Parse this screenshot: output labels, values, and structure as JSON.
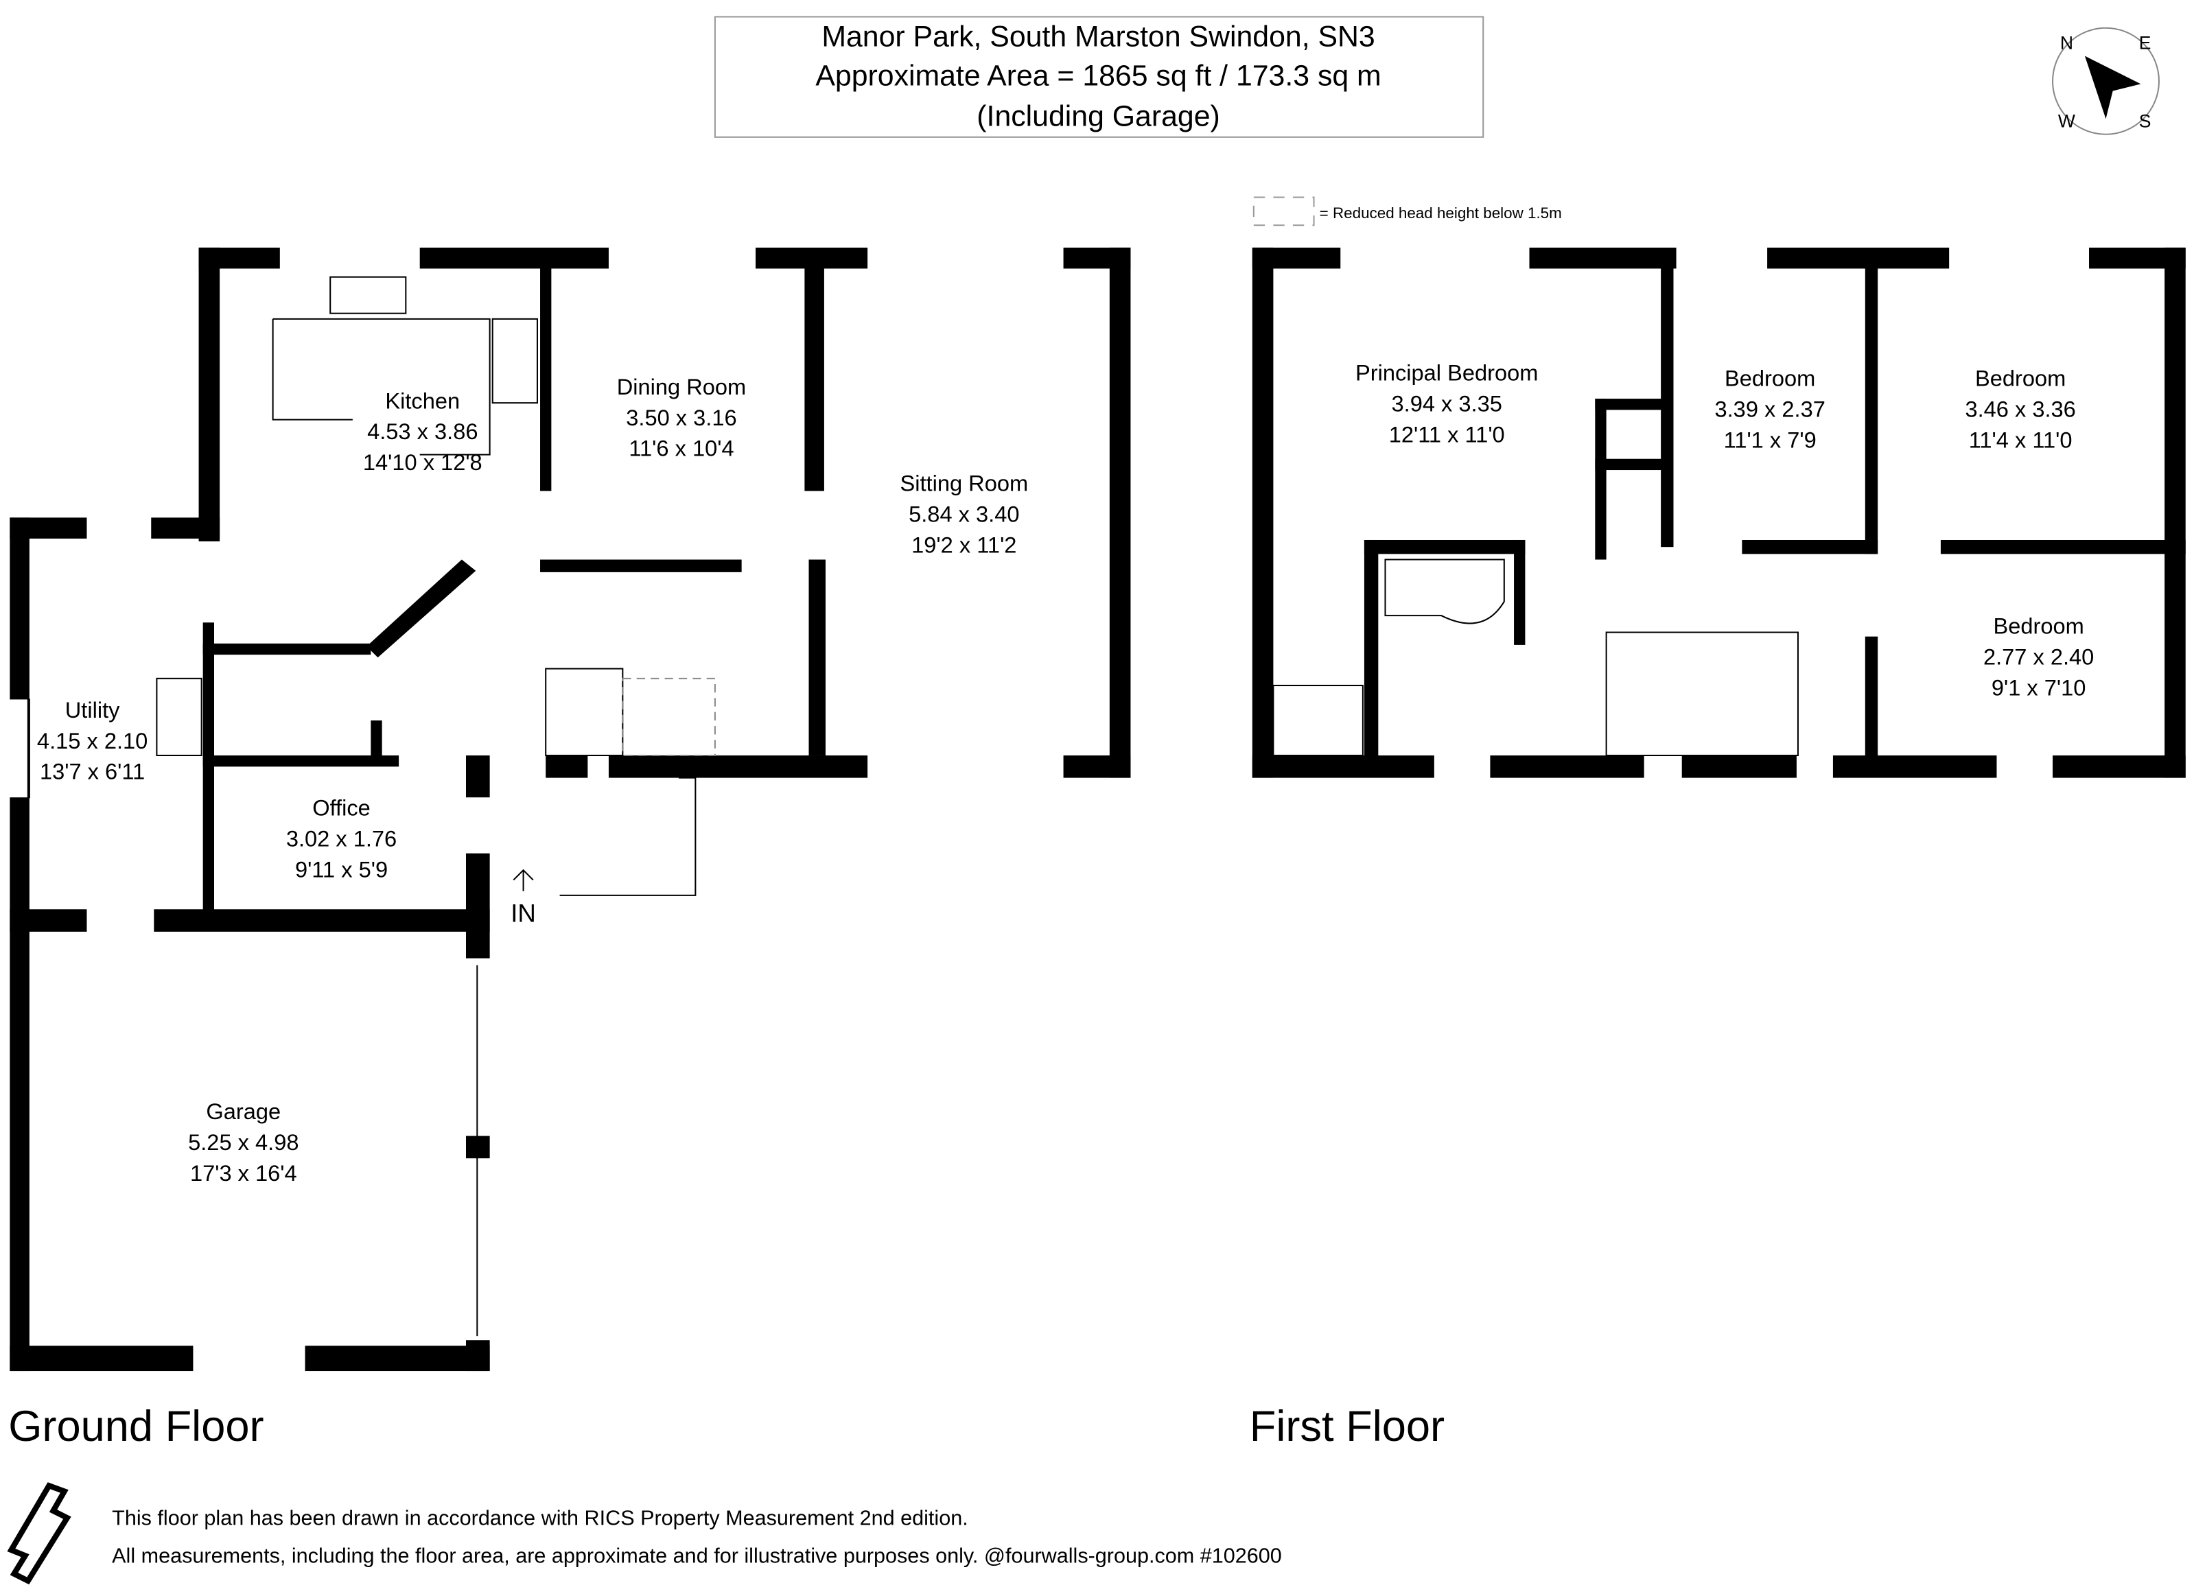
{
  "header": {
    "line1": "Manor Park, South Marston Swindon, SN3",
    "line2": "Approximate Area = 1865 sq ft / 173.3 sq m",
    "line3": "(Including Garage)"
  },
  "legend": {
    "reduced_head_height": "= Reduced head height below 1.5m"
  },
  "compass": {
    "n": "N",
    "e": "E",
    "s": "S",
    "w": "W"
  },
  "ground_floor": {
    "title": "Ground Floor",
    "entrance": "IN",
    "rooms": [
      {
        "name": "Kitchen",
        "metric": "4.53 x 3.86",
        "imperial": "14'10 x 12'8"
      },
      {
        "name": "Dining Room",
        "metric": "3.50 x 3.16",
        "imperial": "11'6 x 10'4"
      },
      {
        "name": "Sitting Room",
        "metric": "5.84 x 3.40",
        "imperial": "19'2 x 11'2"
      },
      {
        "name": "Utility",
        "metric": "4.15 x 2.10",
        "imperial": "13'7 x 6'11"
      },
      {
        "name": "Office",
        "metric": "3.02 x 1.76",
        "imperial": "9'11 x 5'9"
      },
      {
        "name": "Garage",
        "metric": "5.25 x 4.98",
        "imperial": "17'3 x 16'4"
      }
    ]
  },
  "first_floor": {
    "title": "First Floor",
    "rooms": [
      {
        "name": "Principal Bedroom",
        "metric": "3.94 x 3.35",
        "imperial": "12'11 x 11'0"
      },
      {
        "name": "Bedroom",
        "metric": "3.39 x 2.37",
        "imperial": "11'1 x 7'9"
      },
      {
        "name": "Bedroom",
        "metric": "3.46 x 3.36",
        "imperial": "11'4 x 11'0"
      },
      {
        "name": "Bedroom",
        "metric": "2.77 x 2.40",
        "imperial": "9'1 x 7'10"
      }
    ]
  },
  "footer": {
    "line1": "This floor plan has been drawn in accordance with RICS Property Measurement 2nd edition.",
    "line2": "All measurements, including the floor area, are approximate and for illustrative purposes only. @fourwalls-group.com #102600"
  }
}
